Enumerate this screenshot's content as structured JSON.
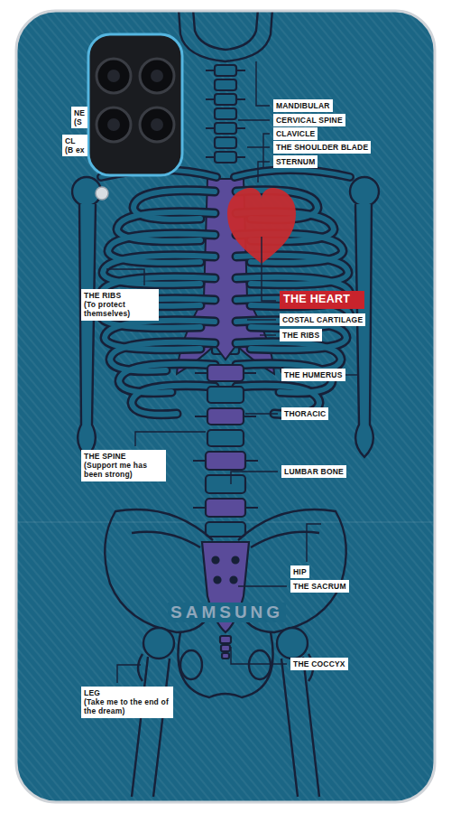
{
  "diagram": {
    "nodes": [
      {
        "text": [
          "MANDIBULAR"
        ]
      },
      {
        "text": [
          "NE",
          "(S"
        ]
      },
      {
        "text": [
          "CERVICAL SPINE"
        ]
      },
      {
        "text": [
          "CL",
          "(B ex"
        ]
      },
      {
        "text": [
          "CLAVICLE"
        ]
      },
      {
        "text": [
          "THE SHOULDER BLADE"
        ]
      },
      {
        "text": [
          "STERNUM"
        ]
      },
      {
        "text": [
          "THE HEART"
        ]
      },
      {
        "text": [
          "THE RIBS",
          "(To protect themselves)"
        ]
      },
      {
        "text": [
          "COSTAL CARTILAGE"
        ]
      },
      {
        "text": [
          "THE RIBS"
        ]
      },
      {
        "text": [
          "THE HUMERUS"
        ]
      },
      {
        "text": [
          "THORACIC"
        ]
      },
      {
        "text": [
          "THE SPINE",
          "(Support me has been strong)"
        ]
      },
      {
        "text": [
          "LUMBAR BONE"
        ]
      },
      {
        "text": [
          "HIP"
        ]
      },
      {
        "text": [
          "THE SACRUM"
        ]
      },
      {
        "text": [
          "THE COCCYX"
        ]
      },
      {
        "text": [
          "LEG",
          "(Take me to the end of the dream)"
        ]
      }
    ],
    "labels": [
      "SAMSUNG"
    ]
  }
}
